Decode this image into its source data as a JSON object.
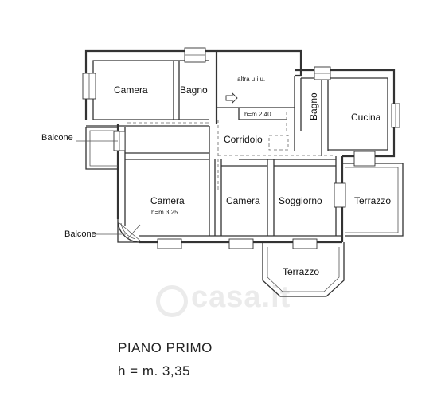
{
  "rooms": {
    "camera_nw": "Camera",
    "bagno_n": "Bagno",
    "altra_ui": "altra u.i.u.",
    "altra_height": "h=m 2,40",
    "bagno_e": "Bagno",
    "cucina": "Cucina",
    "corridoio": "Corridoio",
    "camera_big": "Camera",
    "camera_big_height": "h=m 3,25",
    "camera_mid": "Camera",
    "soggiorno": "Soggiorno",
    "terrazzo_e": "Terrazzo",
    "terrazzo_s": "Terrazzo"
  },
  "exterior": {
    "balcone_w": "Balcone",
    "balcone_sw": "Balcone"
  },
  "footer": {
    "title": "PIANO PRIMO",
    "height": "h = m. 3,35"
  },
  "watermark": {
    "text": "casa.it"
  }
}
